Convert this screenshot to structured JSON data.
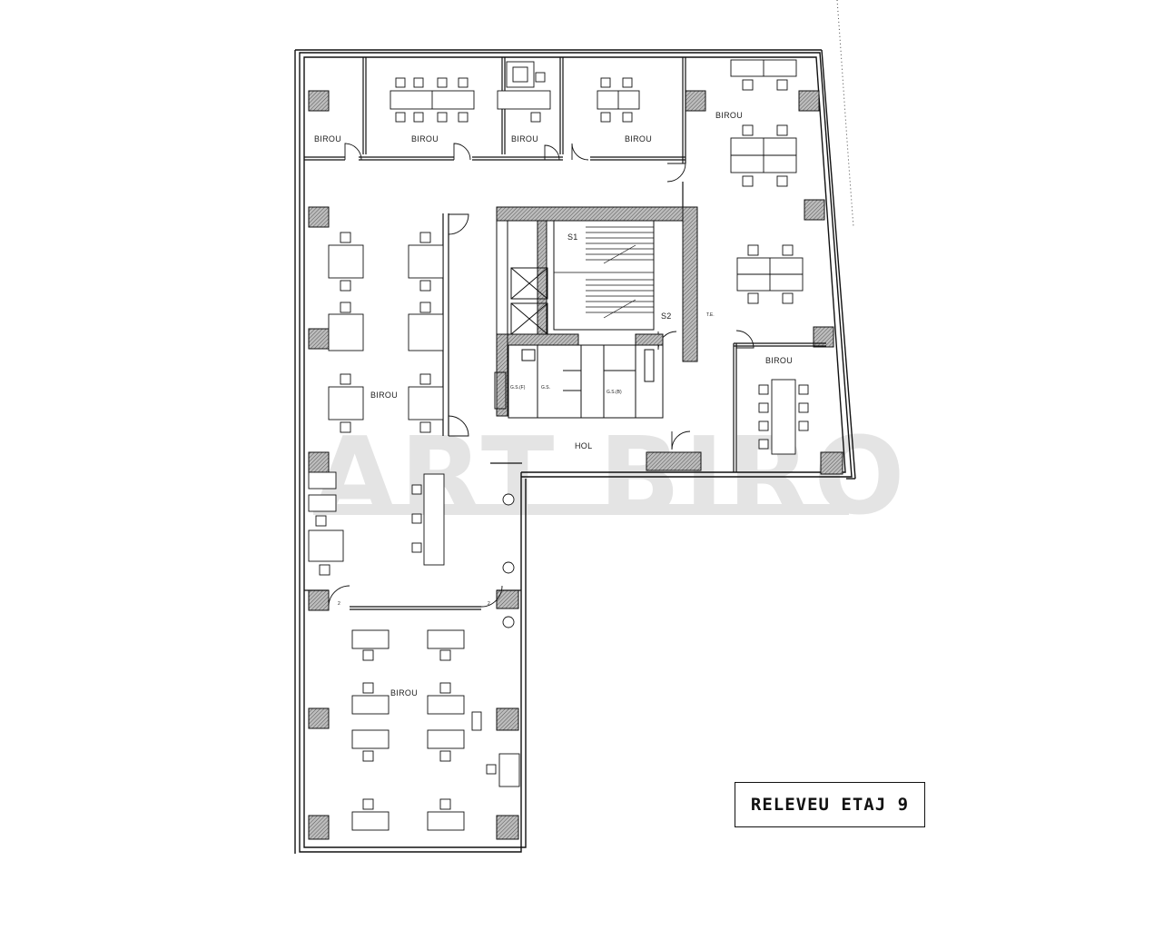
{
  "title": "RELEVEU ETAJ 9",
  "watermark": "ART BIRO",
  "rooms": {
    "birou_top_left": "BIROU",
    "birou_top_2": "BIROU",
    "birou_top_3": "BIROU",
    "birou_top_4": "BIROU",
    "birou_top_right": "BIROU",
    "birou_west": "BIROU",
    "birou_meeting": "BIROU",
    "birou_south": "BIROU",
    "hol": "HOL",
    "stair_1": "S1",
    "stair_2": "S2"
  },
  "small_labels": {
    "wc_1": "G.S.(F)",
    "wc_2": "G.S.",
    "wc_3": "G.S.(B)",
    "door_mark_1": "2",
    "door_mark_2": "2",
    "panel": "T.E."
  },
  "colors": {
    "line": "#111111",
    "hatch": "#8a8a8a",
    "watermark": "#e4e4e4"
  }
}
